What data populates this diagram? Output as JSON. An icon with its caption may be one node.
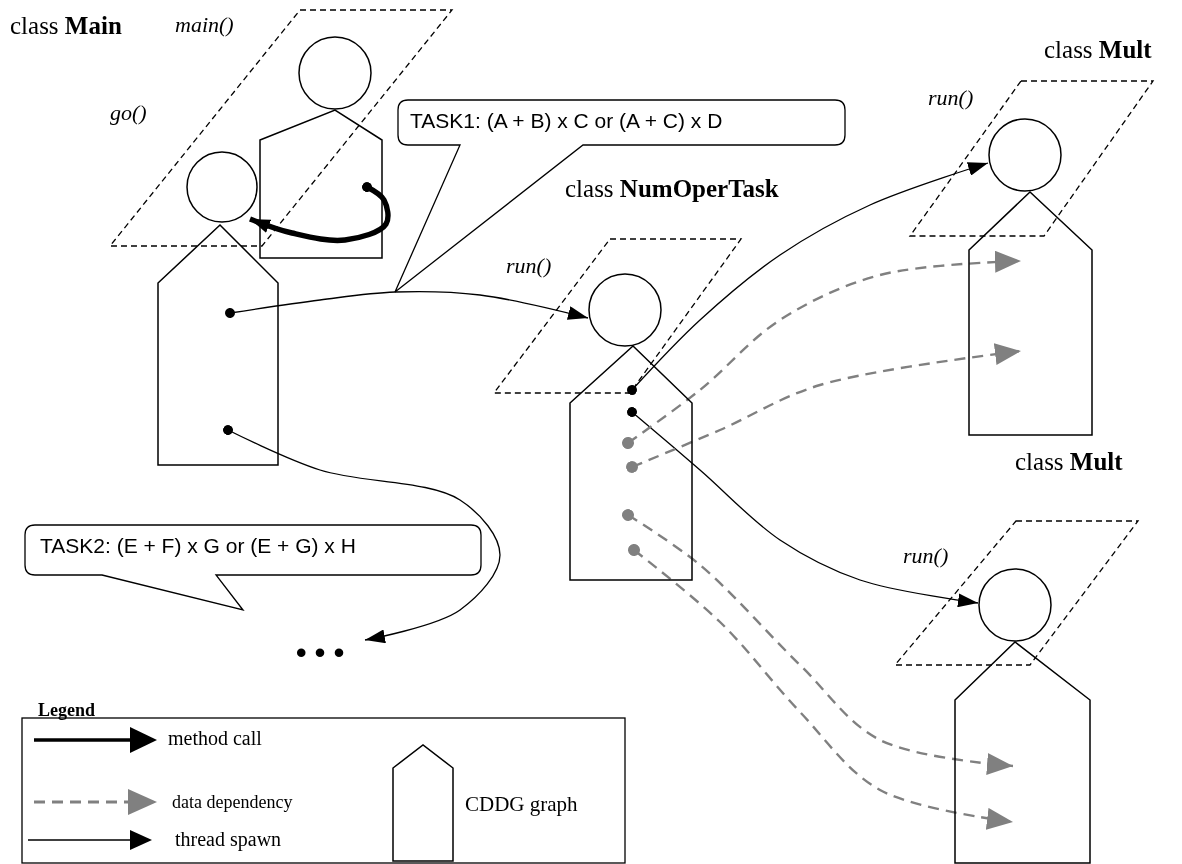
{
  "diagram": {
    "nodes": [
      {
        "text": [
          "main()",
          "go()"
        ]
      },
      {
        "text": [],
        "shape": "circle",
        "in": 0
      },
      {
        "text": [],
        "shape": "pentagon"
      },
      {
        "text": [],
        "shape": "circle",
        "in": 0
      },
      {
        "text": [],
        "shape": "pentagon"
      },
      {
        "text": [
          "TASK1: (A + B) x C or (A + C) x D"
        ]
      },
      {
        "text": [
          "run()"
        ]
      },
      {
        "text": [],
        "shape": "circle",
        "in": 6
      },
      {
        "text": [],
        "shape": "pentagon"
      },
      {
        "text": [
          "run()"
        ]
      },
      {
        "text": [],
        "shape": "circle",
        "in": 9
      },
      {
        "text": [],
        "shape": "pentagon"
      },
      {
        "text": [
          "TASK2: (E + F) x G or (E + G) x H"
        ]
      },
      {
        "text": [
          "run()"
        ]
      },
      {
        "text": [],
        "shape": "circle",
        "in": 13
      },
      {
        "text": [],
        "shape": "pentagon"
      },
      {
        "text": [
          "• • •"
        ]
      }
    ],
    "edges": [
      {
        "from": 2,
        "to": 3,
        "arrow": "to",
        "style": "thick"
      },
      {
        "from": 4,
        "to": 7,
        "arrow": "to"
      },
      {
        "from": 4,
        "to": 16,
        "arrow": "to"
      },
      {
        "from": 8,
        "to": 10,
        "arrow": "to"
      },
      {
        "from": 8,
        "to": 14,
        "arrow": "to"
      },
      {
        "from": 8,
        "to": 11,
        "arrow": "to",
        "style": "dashed",
        "color": "#808080"
      },
      {
        "from": 8,
        "to": 11,
        "arrow": "to",
        "style": "dashed",
        "color": "#808080"
      },
      {
        "from": 8,
        "to": 15,
        "arrow": "to",
        "style": "dashed",
        "color": "#808080"
      },
      {
        "from": 8,
        "to": 15,
        "arrow": "to",
        "style": "dashed",
        "color": "#808080"
      }
    ],
    "labels": [
      "class **Main**",
      "class **Mult**",
      "class **NumOperTask**",
      "class **Mult**",
      "Legend"
    ],
    "legend": [
      {
        "text": "method call"
      },
      {
        "text": "data dependency"
      },
      {
        "text": "thread spawn"
      },
      {
        "text": "CDDG graph"
      }
    ]
  }
}
